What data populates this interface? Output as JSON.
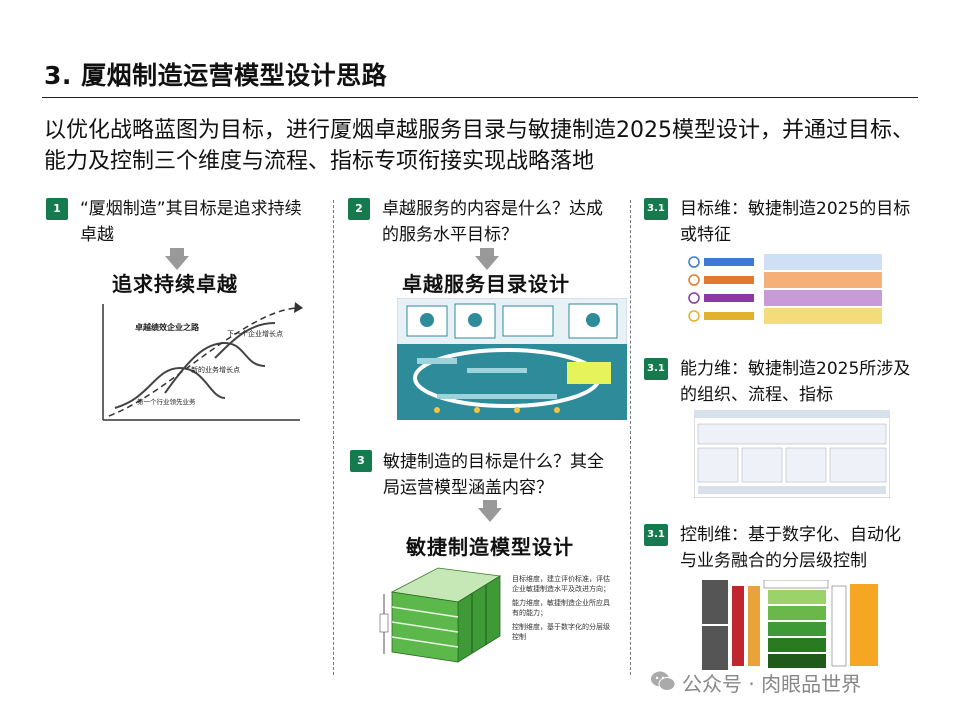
{
  "header": {
    "title": "3. 厦烟制造运营模型设计思路",
    "subtitle": "以优化战略蓝图为目标，进行厦烟卓越服务目录与敏捷制造2025模型设计，并通过目标、能力及控制三个维度与流程、指标专项衔接实现战略落地"
  },
  "col1": {
    "badge": "1",
    "question": "“厦烟制造”其目标是追求持续卓越",
    "heading": "追求持续卓越",
    "chart_labels": {
      "top": "卓越绩效企业之路",
      "next": "下一个企业增长点",
      "new": "新的业务增长点",
      "first": "第一个行业领先业务"
    }
  },
  "col2": {
    "badge2": "2",
    "question2": "卓越服务的内容是什么？达成的服务水平目标？",
    "heading2": "卓越服务目录设计",
    "badge3": "3",
    "question3": "敏捷制造的目标是什么？其全局运营模型涵盖内容？",
    "heading3": "敏捷制造模型设计",
    "cube_bullets": [
      "目标维度，建立评价标准，评估企业敏捷制造水平及改进方向；",
      "能力维度，敏捷制造企业所应具有的能力；",
      "控制维度，基于数字化的分层级控制"
    ]
  },
  "col3": {
    "badge": "3.1",
    "q1": "目标维：敏捷制造2025的目标或特征",
    "q2": "能力维：敏捷制造2025所涉及的组织、流程、指标",
    "q3": "控制维：基于数字化、自动化与业务融合的分层级控制"
  },
  "watermark": {
    "text": "公众号 · 肉眼品世界"
  }
}
